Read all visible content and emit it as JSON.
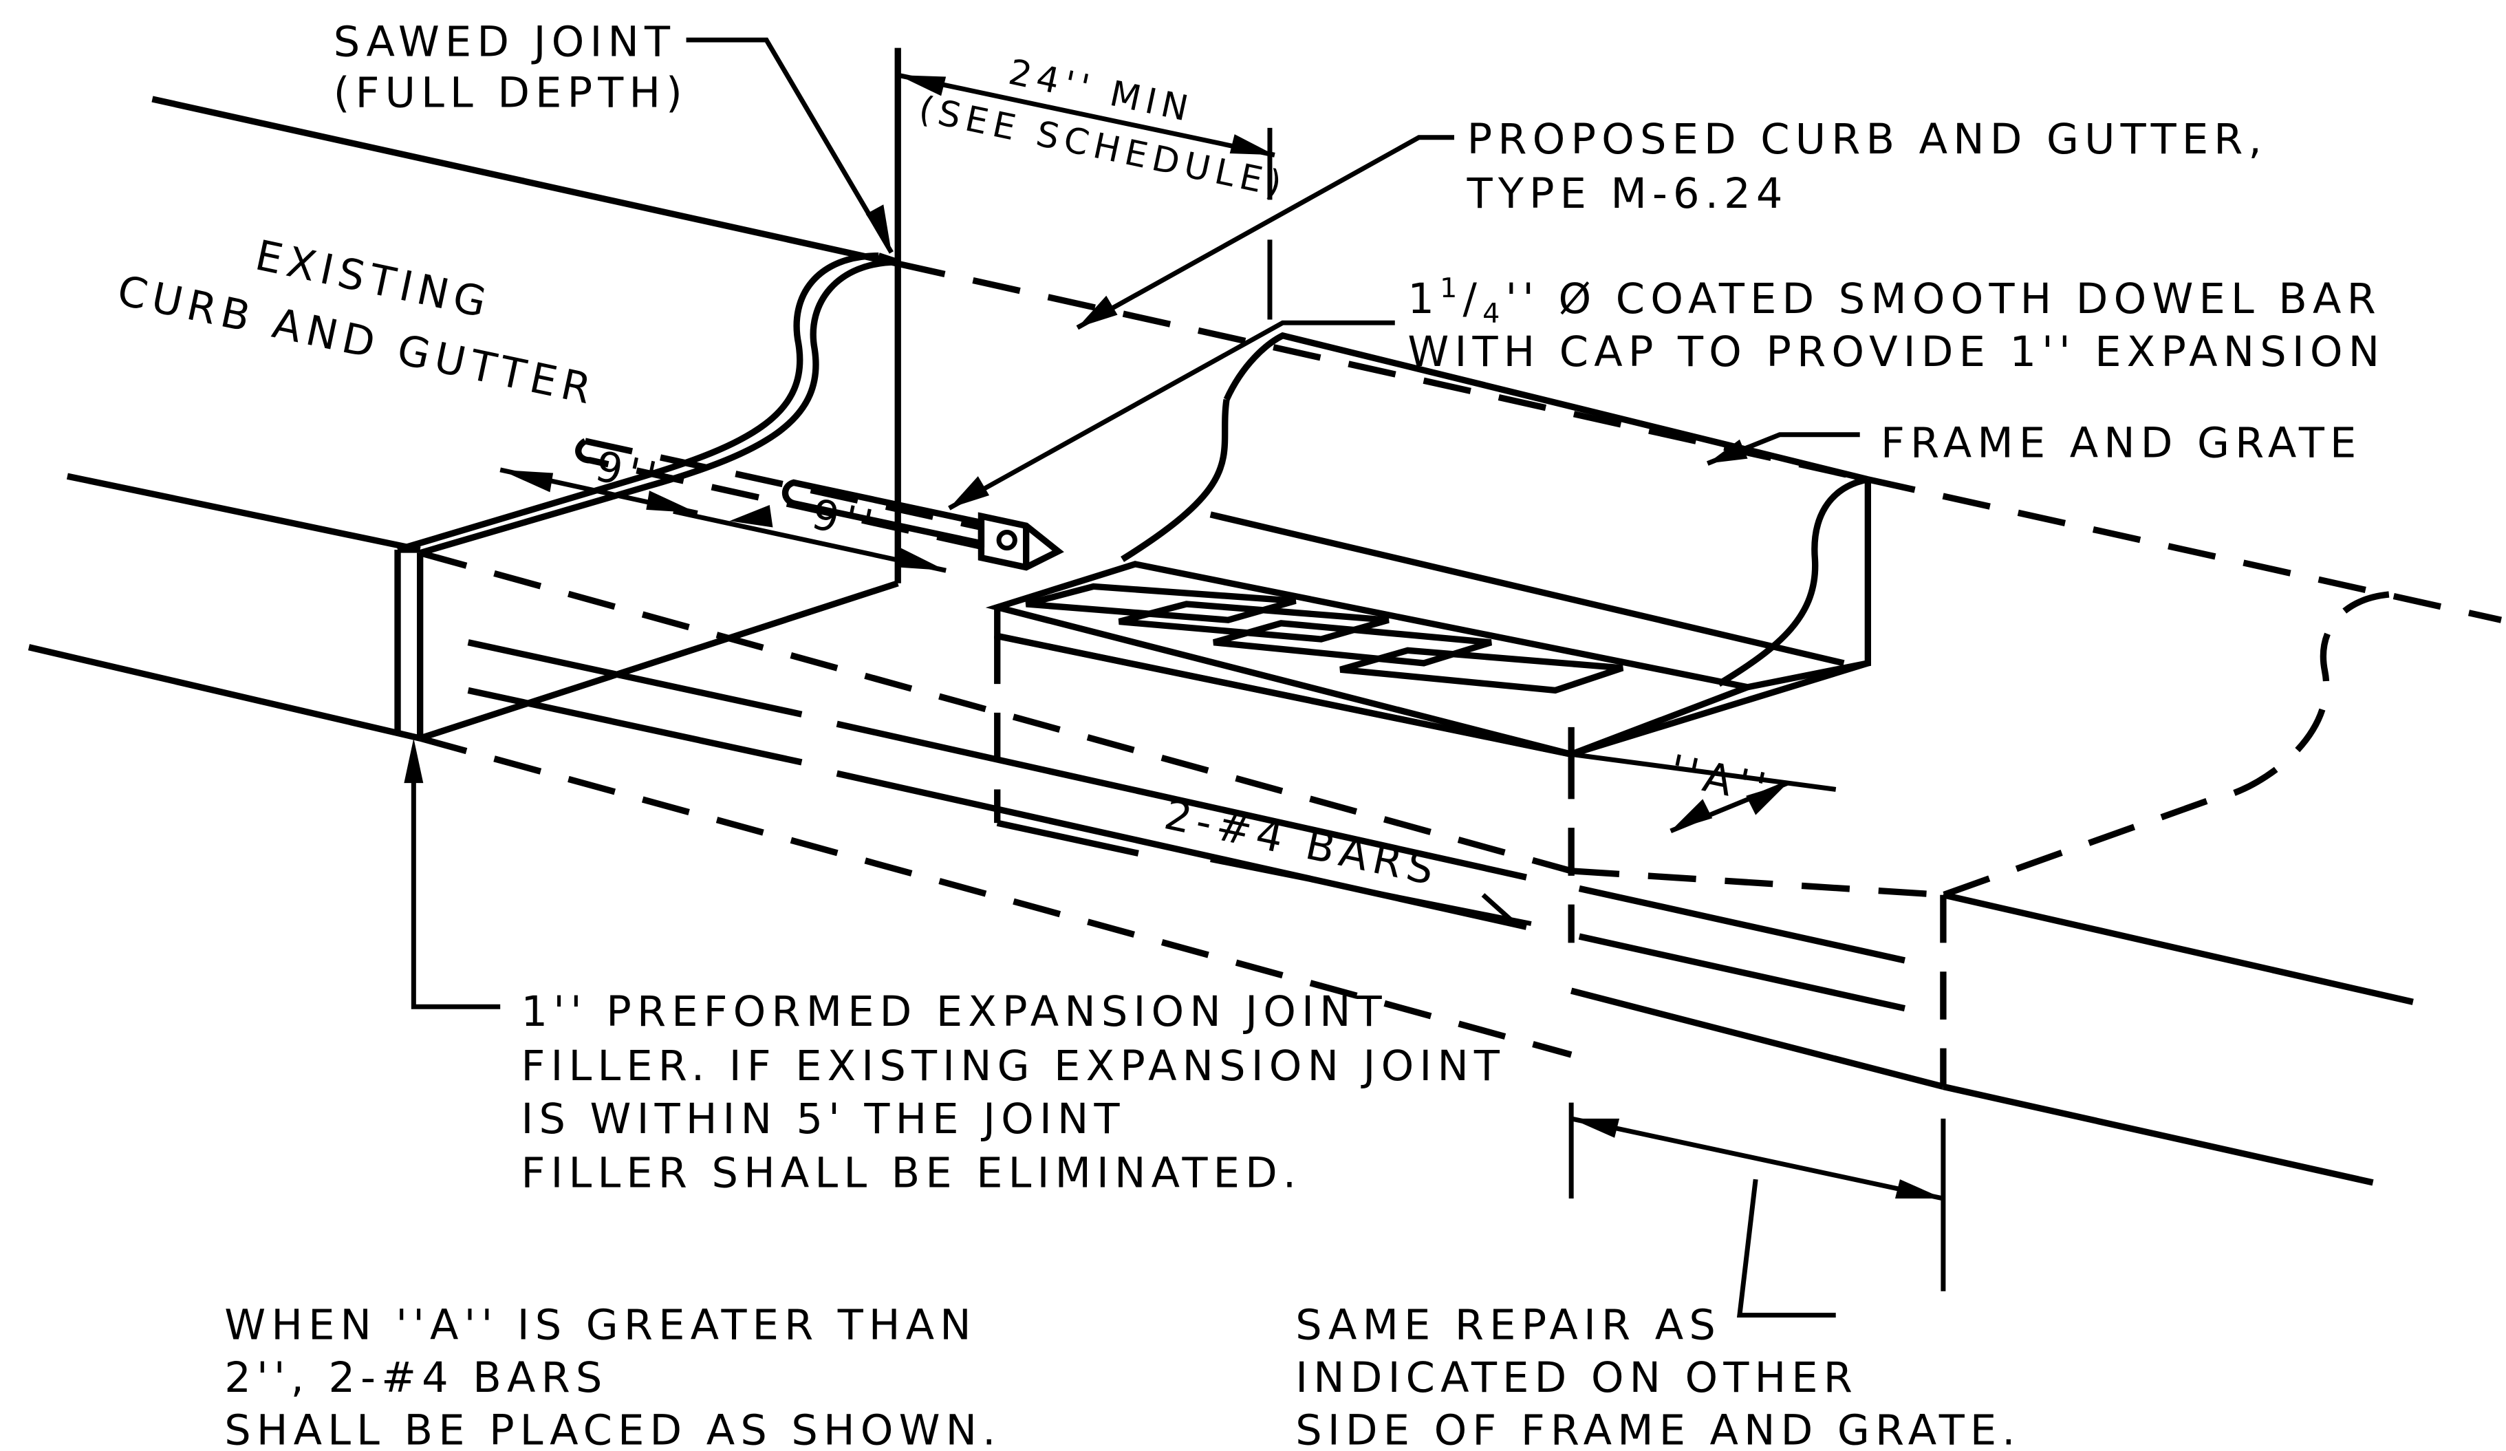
{
  "labels": {
    "sawed_joint_1": "SAWED JOINT",
    "sawed_joint_2": "(FULL DEPTH)",
    "min_1": "24'' MIN",
    "min_2": "(SEE SCHEDULE)",
    "proposed_1": "PROPOSED CURB AND GUTTER,",
    "proposed_2": "TYPE M-6.24",
    "existing_1": "EXISTING",
    "existing_2": "CURB AND GUTTER",
    "dowel_1_pre": "1",
    "dowel_1_frac_num": "1",
    "dowel_1_frac_den": "4",
    "dowel_1_post": "'' Ø COATED SMOOTH DOWEL BAR",
    "dowel_2": "WITH CAP TO PROVIDE 1'' EXPANSION",
    "frame_grate": "FRAME AND GRATE",
    "nine_a": "9''",
    "nine_b": "9''",
    "dim_a": "''A''",
    "bars": "2-#4 BARS",
    "filler_1": "1'' PREFORMED EXPANSION JOINT",
    "filler_2": "FILLER. IF EXISTING EXPANSION JOINT",
    "filler_3": "IS WITHIN 5' THE JOINT",
    "filler_4": "FILLER  SHALL BE ELIMINATED.",
    "note_a_1": "WHEN ''A'' IS GREATER THAN",
    "note_a_2": "2'', 2-#4 BARS",
    "note_a_3": "SHALL BE PLACED AS SHOWN.",
    "note_b_1": "SAME REPAIR AS",
    "note_b_2": "INDICATED ON OTHER",
    "note_b_3": "SIDE OF FRAME AND GRATE."
  }
}
